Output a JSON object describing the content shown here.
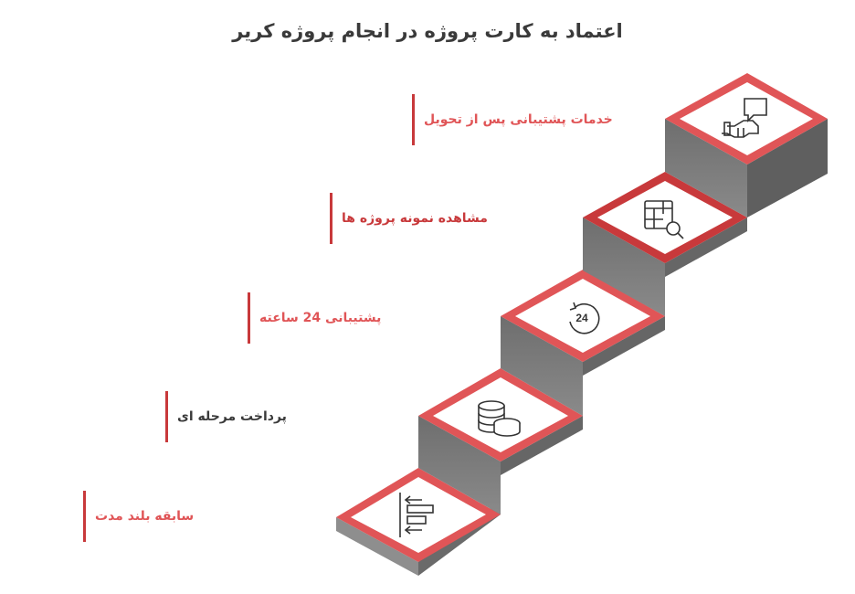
{
  "title": "اعتماد به کارت پروژه در انجام پروژه کریر",
  "accent_color": "#e05557",
  "dark_text_color": "#3a3a3a",
  "steps": [
    {
      "label": "سابقه بلند مدت",
      "icon": "history-arrows-icon",
      "color": "#e05557"
    },
    {
      "label": "پرداخت مرحله ای",
      "icon": "coins-stack-icon",
      "color": "#3a3a3a"
    },
    {
      "label": "پشتیبانی 24 ساعته",
      "icon": "support-24-icon",
      "color": "#e05557"
    },
    {
      "label": "مشاهده نمونه پروژه ها",
      "icon": "table-search-icon",
      "color": "#c8393b"
    },
    {
      "label": "خدمات پشتیبانی پس از تحویل",
      "icon": "handshake-chat-icon",
      "color": "#e05557"
    }
  ]
}
